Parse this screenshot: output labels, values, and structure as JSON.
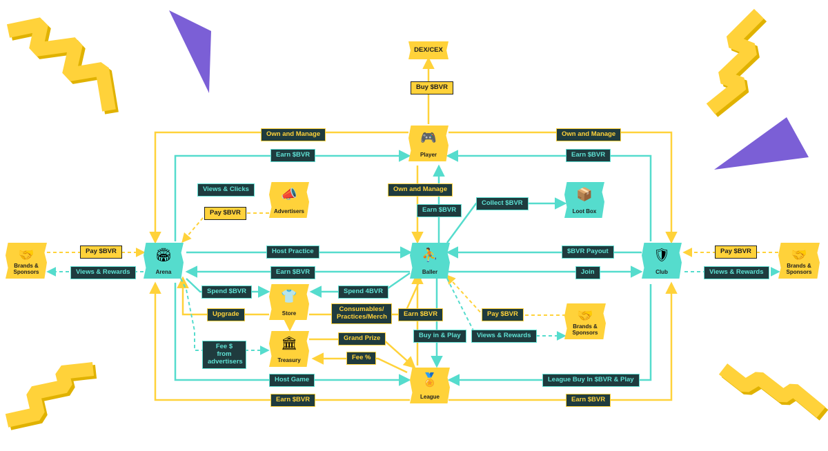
{
  "nodes": {
    "dex": "DEX/CEX",
    "player": "Player",
    "advertisers": "Advertisers",
    "lootbox": "Loot Box",
    "arena": "Arena",
    "baller": "Baller",
    "club": "Club",
    "store": "Store",
    "treasury": "Treasury",
    "league": "League",
    "brands_left": "Brands & Sponsors",
    "brands_right": "Brands & Sponsors",
    "brands_mid": "Brands & Sponsors"
  },
  "labels": {
    "buy_bvr": "Buy $BVR",
    "own_manage_left": "Own and Manage",
    "own_manage_right": "Own and Manage",
    "own_manage_mid": "Own and Manage",
    "earn_bvr_top_left": "Earn $BVR",
    "earn_bvr_top_right": "Earn $BVR",
    "views_clicks": "Views & Clicks",
    "pay_bvr_adv": "Pay $BVR",
    "earn_bvr_mid": "Earn $BVR",
    "collect_bvr": "Collect $BVR",
    "pay_bvr_left": "Pay $BVR",
    "views_rewards_left": "Views & Rewards",
    "host_practice": "Host Practice",
    "bvr_payout": "$BVR Payout",
    "pay_bvr_right": "Pay $BVR",
    "earn_bvr_arena": "Earn $BVR",
    "join": "Join",
    "views_rewards_right": "Views & Rewards",
    "spend_bvr": "Spend $BVR",
    "spend_4bvr": "Spend 4BVR",
    "upgrade": "Upgrade",
    "consumables": "Consumables/ Practices/Merch",
    "earn_bvr_baller": "Earn $BVR",
    "pay_bvr_brands": "Pay $BVR",
    "buy_in_play": "Buy in & Play",
    "views_rewards_brands": "Views & Rewards",
    "grand_prize": "Grand Prize",
    "fee_from_adv": "Fee $ from advertisers",
    "fee_pct": "Fee %",
    "host_game": "Host Game",
    "league_buy_in": "League Buy In $BVR & Play",
    "earn_bvr_bottom_left": "Earn $BVR",
    "earn_bvr_bottom_right": "Earn $BVR"
  },
  "icons": {
    "player": "gamepad-icon",
    "advertisers": "megaphone-icon",
    "lootbox": "lootbox-icon",
    "arena": "arena-icon",
    "baller": "baller-icon",
    "club": "club-shield-icon",
    "store": "store-icon",
    "treasury": "treasury-icon",
    "league": "league-badge-icon",
    "brands": "handshake-icon"
  },
  "colors": {
    "yellow": "#ffd23a",
    "teal": "#55dccd",
    "dark_label": "#1f3b3e",
    "purple": "#7b5fd6"
  }
}
